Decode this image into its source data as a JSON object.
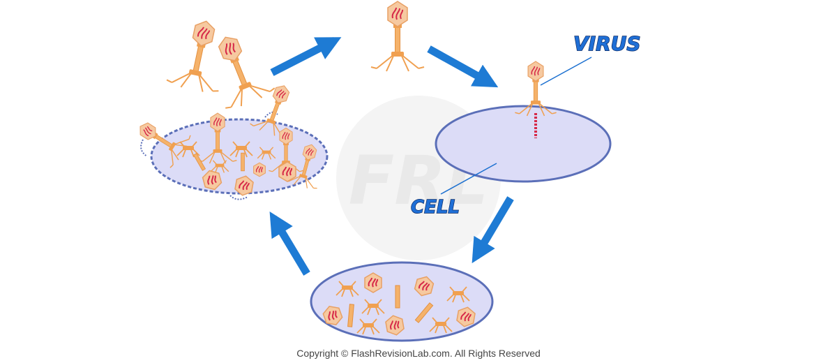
{
  "labels": {
    "virus": "VIRUS",
    "cell": "CELL"
  },
  "watermark_text": "FRL",
  "copyright": "Copyright © FlashRevisionLab.com. All Rights Reserved",
  "colors": {
    "arrow": "#1e7bd4",
    "cell_fill": "#dcdcf7",
    "cell_stroke": "#5b6fb8",
    "phage_head": "#f6c9a0",
    "phage_body": "#f0a050",
    "dna": "#d62848",
    "label": "#1f6fd6"
  }
}
